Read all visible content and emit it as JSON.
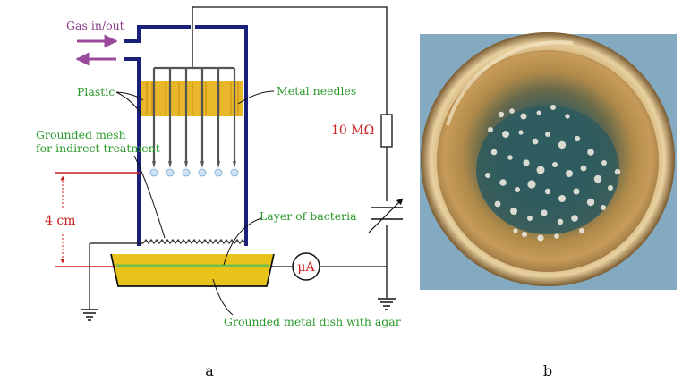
{
  "panel_a": {
    "caption": "a",
    "labels": {
      "gas": "Gas in/out",
      "plastic": "Plastic",
      "metal_needles": "Metal needles",
      "grounded_mesh_line1": "Grounded mesh",
      "grounded_mesh_line2": "for indirect treatment",
      "resistor": "10 MΩ",
      "distance": "4 cm",
      "bacteria": "Layer of bacteria",
      "dish": "Grounded metal dish with agar",
      "meter": "μA"
    },
    "colors": {
      "chamber": "#1a1f7a",
      "plastic": "#e8b82a",
      "needle": "#555555",
      "dish": "#e8c41a",
      "label_green": "#2a9a2a",
      "label_red": "#c81e1e",
      "arrow_purple": "#9a4a9a"
    }
  },
  "panel_b": {
    "caption": "b"
  }
}
